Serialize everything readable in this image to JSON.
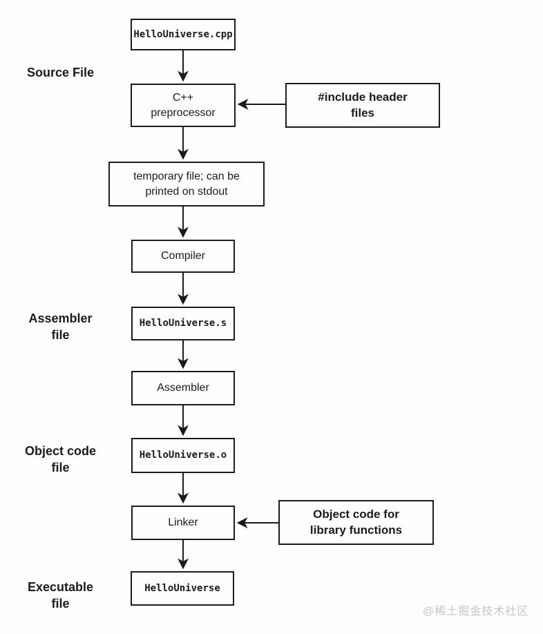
{
  "labels": {
    "source_file": "Source File",
    "assembler_file": "Assembler\nfile",
    "object_code_file": "Object code\nfile",
    "executable_file": "Executable\nfile"
  },
  "nodes": {
    "source_cpp": "HelloUniverse.cpp",
    "preprocessor": "C++\npreprocessor",
    "include_header": "#include header\nfiles",
    "temp_file": "temporary file; can be\nprinted on stdout",
    "compiler": "Compiler",
    "assembly_file": "HelloUniverse.s",
    "assembler": "Assembler",
    "object_file": "HelloUniverse.o",
    "linker": "Linker",
    "object_code_lib": "Object code for\nlibrary functions",
    "executable": "HelloUniverse"
  },
  "watermark": "@稀土掘金技术社区",
  "colors": {
    "line": "#1a1a1a",
    "background": "#fefefe",
    "watermark": "#c6c6c6"
  }
}
